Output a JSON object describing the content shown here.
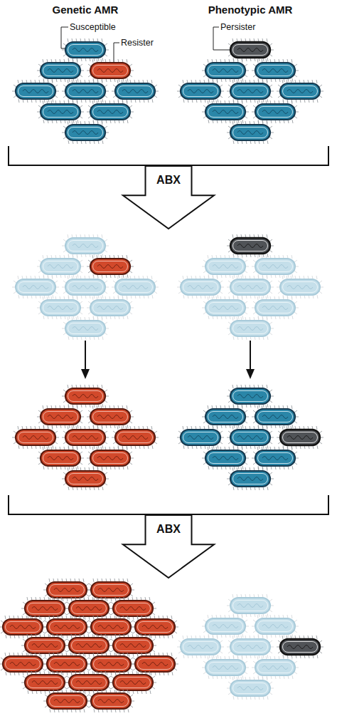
{
  "diagram": {
    "nodes": [
      {
        "text": [
          "ABX"
        ]
      },
      {
        "text": [
          "ABX"
        ]
      }
    ],
    "labels": [
      "Genetic AMR",
      "Phenotypic AMR",
      "Susceptible",
      "Resister",
      "Persister"
    ]
  }
}
